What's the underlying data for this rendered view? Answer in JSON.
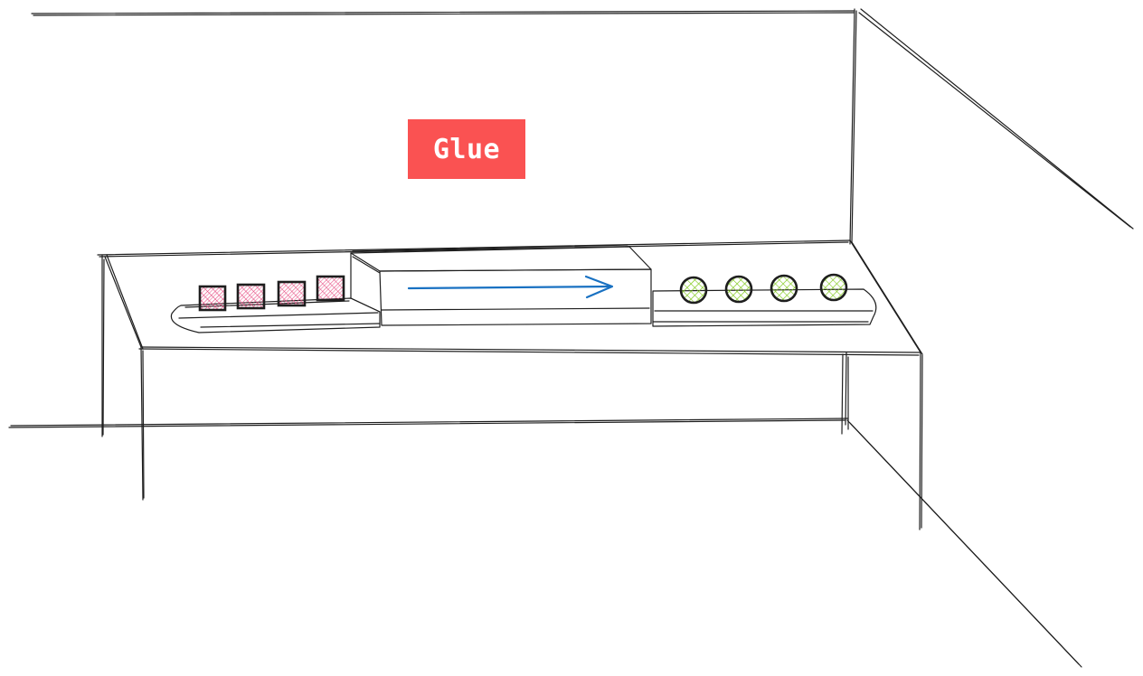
{
  "label": {
    "text": "Glue",
    "background": "#fa5252",
    "color": "#ffffff"
  },
  "colors": {
    "ink": "#1e1e1e",
    "input_item_stroke": "#e64980",
    "output_item_stroke": "#82c91e",
    "arrow": "#1971c2"
  },
  "input_items": {
    "count": 4,
    "shape": "square",
    "fill": "hatched"
  },
  "output_items": {
    "count": 4,
    "shape": "circle",
    "fill": "hatched"
  },
  "process_arrow": {
    "direction": "right"
  }
}
